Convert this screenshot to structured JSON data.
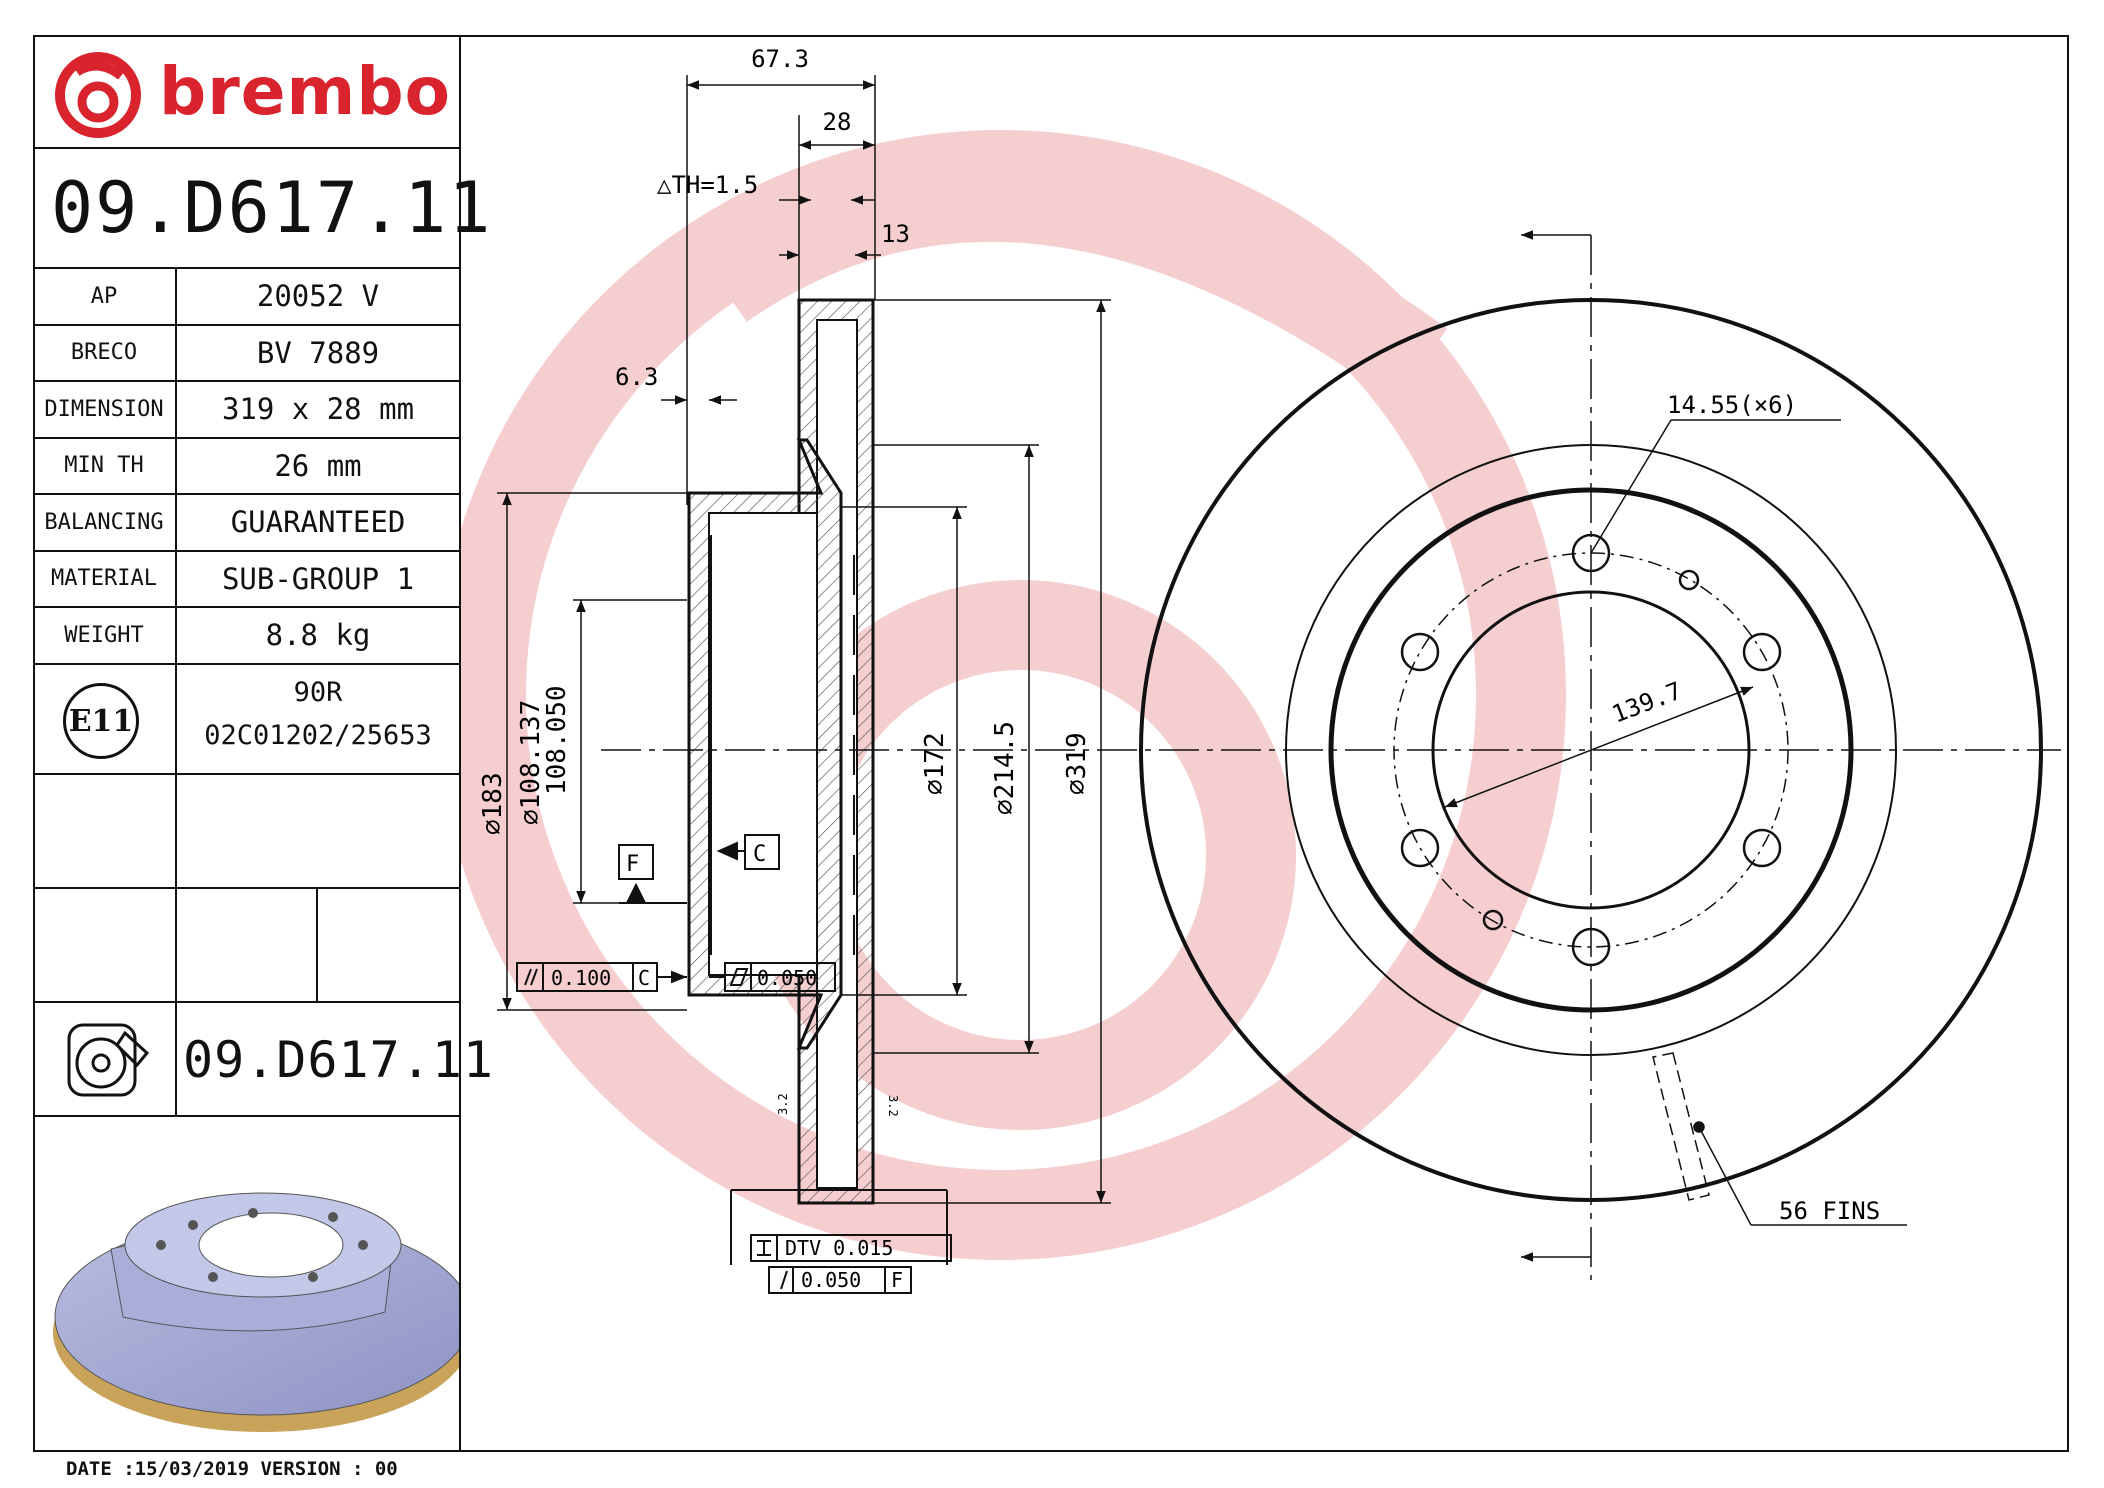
{
  "brand": {
    "name": "brembo",
    "logo_color": "#d9232d"
  },
  "part_number": "09.D617.11",
  "specs": [
    {
      "key": "AP",
      "value": "20052 V"
    },
    {
      "key": "BRECO",
      "value": "BV 7889"
    },
    {
      "key": "DIMENSION",
      "value": "319 x 28 mm"
    },
    {
      "key": "MIN TH",
      "value": "26 mm"
    },
    {
      "key": "BALANCING",
      "value": "GUARANTEED"
    },
    {
      "key": "MATERIAL",
      "value": "SUB-GROUP 1"
    },
    {
      "key": "WEIGHT",
      "value": "8.8 kg"
    }
  ],
  "homologation": {
    "mark": "E11",
    "line1": "90R",
    "line2": "02C01202/25653"
  },
  "part_number_footer": "09.D617.11",
  "footer": {
    "date_text": "DATE :15/03/2019 VERSION : 00"
  },
  "dimensions": {
    "d_67_3": "67.3",
    "d_28": "28",
    "th": "TH=1.5",
    "d_13": "13",
    "d_6_3": "6.3",
    "d_183": "183",
    "d_108_137": "108.137",
    "d_108_050": "108.050",
    "d_172": "172",
    "d_214_5": "214.5",
    "d_319": "319",
    "bolt_holes": "14.55(×6)",
    "pcd": "139.7",
    "fins": "56 FINS",
    "datum_f": "F",
    "datum_c": "C",
    "tol_parallel": "0.100",
    "tol_parallel_ref": "C",
    "tol_flat": "0.050",
    "dtv": "DTV 0.015",
    "runout": "0.050",
    "runout_ref": "F",
    "rough1": "3.2",
    "rough2": "3.2"
  }
}
